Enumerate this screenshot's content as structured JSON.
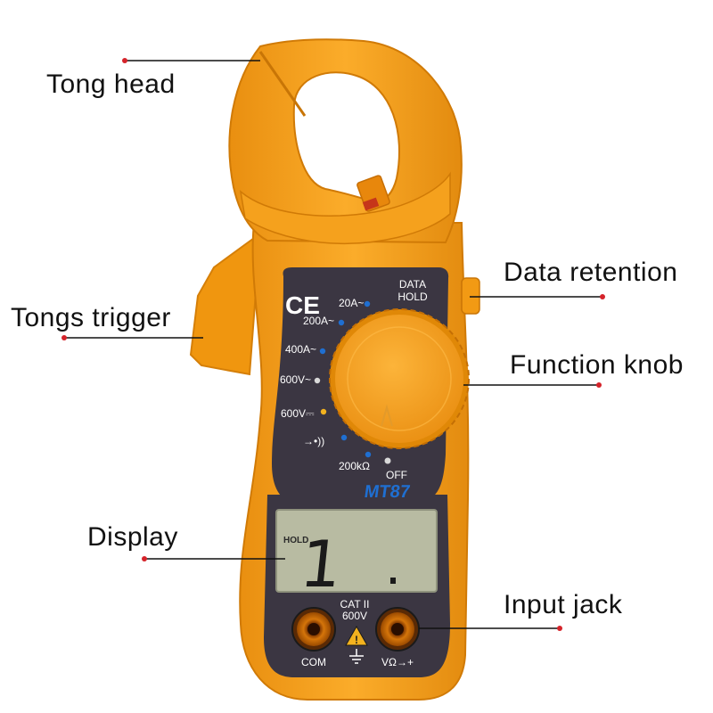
{
  "callouts": {
    "tong_head": "Tong head",
    "tongs_trigger": "Tongs trigger",
    "display": "Display",
    "data_retention": "Data retention",
    "function_knob": "Function knob",
    "input_jack": "Input jack"
  },
  "device": {
    "model": "MT87",
    "ce_mark": "CE",
    "data_hold_line1": "DATA",
    "data_hold_line2": "HOLD",
    "dial_settings": [
      "20A~",
      "200A~",
      "400A~",
      "600V~",
      "600V⎓",
      "→•))",
      "200kΩ",
      "OFF"
    ],
    "lcd_hold": "HOLD",
    "lcd_reading": "1",
    "category_line1": "CAT II",
    "category_line2": "600V",
    "jack_com": "COM",
    "jack_v": "VΩ→+"
  },
  "colors": {
    "body_orange": "#f7a11c",
    "faceplate": "#3b3642",
    "lcd": "#b8bba2",
    "label_dot": "#d5232a",
    "dial_blue": "#1f6fd1",
    "dial_yellow": "#f3b21f"
  }
}
